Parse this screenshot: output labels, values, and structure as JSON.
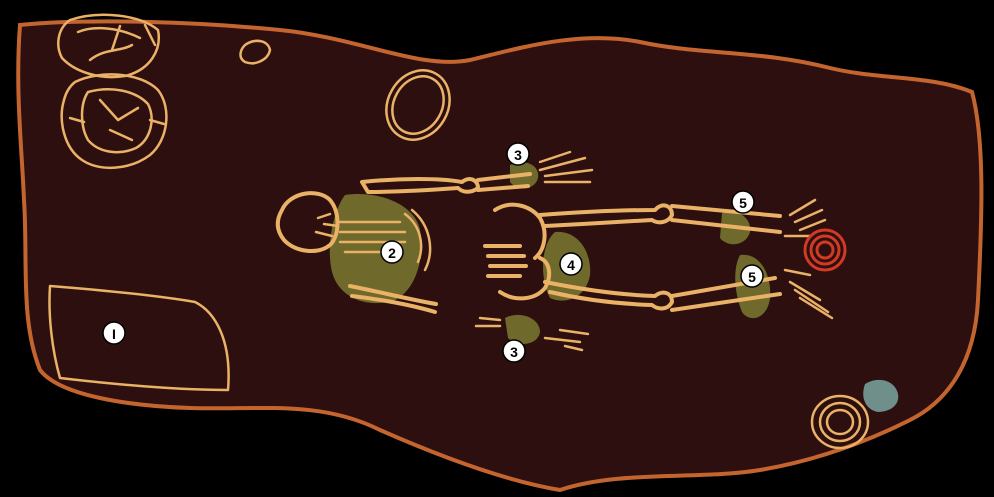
{
  "colors": {
    "background": "#000000",
    "pit_fill": "#2d0f0f",
    "pit_outline": "#c4652f",
    "bone": "#e9b266",
    "organic_stain": "#6f6a2c",
    "spiral_ornament": "#d23a24",
    "stone": "#6f8f8a"
  },
  "markers": [
    {
      "label": "I"
    },
    {
      "label": "2"
    },
    {
      "label": "3"
    },
    {
      "label": "3"
    },
    {
      "label": "4"
    },
    {
      "label": "5"
    },
    {
      "label": "5"
    }
  ]
}
